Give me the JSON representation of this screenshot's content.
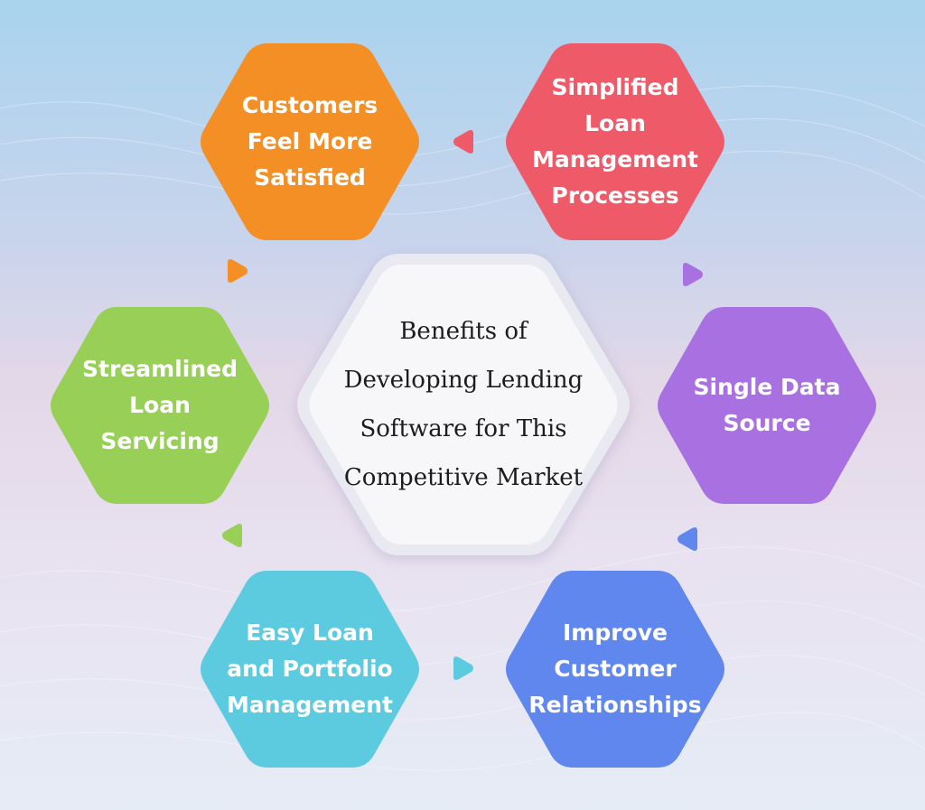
{
  "center": {
    "title_lines": [
      "Benefits of",
      "Developing Lending",
      "Software for This",
      "Competitive Market"
    ]
  },
  "nodes": [
    {
      "id": "customers-satisfied",
      "lines": [
        "Customers",
        "Feel More",
        "Satisfied"
      ],
      "color": "#f48f26"
    },
    {
      "id": "simplified-loan-management",
      "lines": [
        "Simplified",
        "Loan",
        "Management",
        "Processes"
      ],
      "color": "#ef5a68"
    },
    {
      "id": "single-data-source",
      "lines": [
        "Single Data",
        "Source"
      ],
      "color": "#a970e2"
    },
    {
      "id": "improve-customer-relationships",
      "lines": [
        "Improve",
        "Customer",
        "Relationships"
      ],
      "color": "#5f87ee"
    },
    {
      "id": "easy-loan-portfolio",
      "lines": [
        "Easy Loan",
        "and Portfolio",
        "Management"
      ],
      "color": "#5ccbe0"
    },
    {
      "id": "streamlined-loan-servicing",
      "lines": [
        "Streamlined",
        "Loan",
        "Servicing"
      ],
      "color": "#97cf57"
    }
  ],
  "connector_colors": {
    "top": "#ef5a68",
    "top_right": "#a970e2",
    "bottom_right": "#5f87ee",
    "bottom": "#5ccbe0",
    "bottom_left": "#97cf57",
    "top_left": "#f48f26"
  }
}
